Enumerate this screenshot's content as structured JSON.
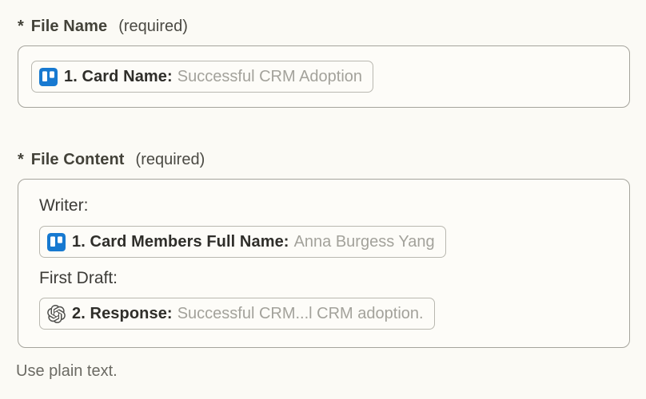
{
  "file_name_field": {
    "asterisk": "*",
    "label": "File Name",
    "required": "(required)",
    "token": {
      "icon": "trello-icon",
      "label": "1. Card Name:",
      "value": "Successful CRM Adoption"
    }
  },
  "file_content_field": {
    "asterisk": "*",
    "label": "File Content",
    "required": "(required)",
    "line1": "Writer:",
    "token1": {
      "icon": "trello-icon",
      "label": "1. Card Members Full Name:",
      "value": "Anna Burgess Yang"
    },
    "line2": "First Draft:",
    "token2": {
      "icon": "openai-icon",
      "label": "2. Response:",
      "value": "Successful CRM...l CRM adoption."
    }
  },
  "helper": {
    "text": "Use plain text."
  },
  "colors": {
    "page_background": "#fbfaf5",
    "box_border": "#a5a49c",
    "token_border": "#b9b8b0",
    "trello_blue": "#1779d0",
    "openai_dark": "#4f4f4c",
    "muted_value_gray": "#a3a29b"
  }
}
